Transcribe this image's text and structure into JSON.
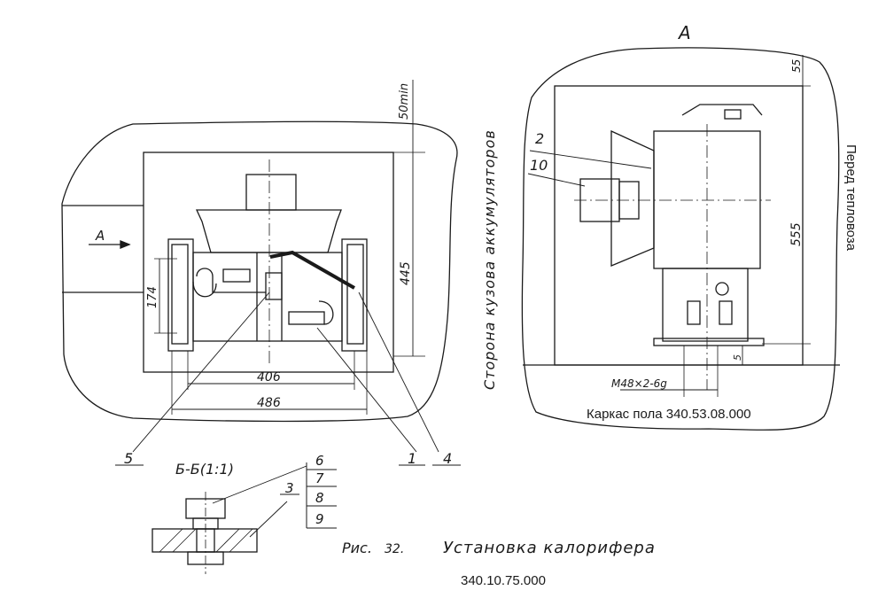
{
  "left_view": {
    "arrow_label": "А",
    "dim_top_vertical": "50min",
    "dim_height": "445",
    "dim_side": "174",
    "dim_width_inner": "406",
    "dim_width_outer": "486",
    "side_note": "Сторона кузова аккумуляторов",
    "callouts": [
      "5",
      "1",
      "4"
    ]
  },
  "view_a": {
    "title": "А",
    "dim_top": "55",
    "dim_height": "555",
    "dim_small": "5",
    "thread_label": "М48×2-6g",
    "frame_label": "Каркас  пола 340.53.08.000",
    "direction_label": "Перед тепловоза",
    "callouts": [
      "2",
      "10"
    ]
  },
  "section": {
    "title": "Б-Б(1:1)",
    "parts": [
      "6",
      "7",
      "8",
      "9"
    ],
    "pointer_label": "3"
  },
  "caption": {
    "fig_label": "Рис.",
    "fig_number": "32.",
    "fig_title": "Установка калорифера",
    "doc_number": "340.10.75.000"
  }
}
